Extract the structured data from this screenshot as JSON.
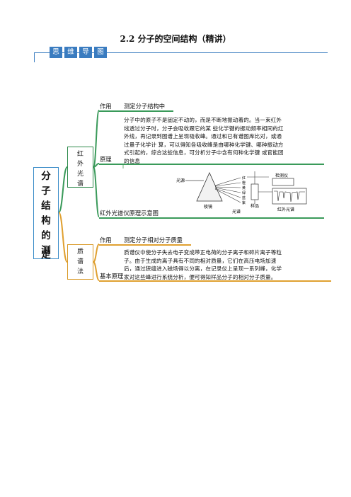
{
  "title": "2.2  分子的空间结构（精讲）",
  "banner": {
    "chars": [
      "思",
      "维",
      "导",
      "图"
    ],
    "color": "#3a7cc0"
  },
  "root": {
    "chars": [
      "分",
      "子",
      "结",
      "构",
      "的",
      "测",
      "定"
    ]
  },
  "ir": {
    "chars": [
      "红",
      "外",
      "光",
      "谱"
    ],
    "effect_label": "作用",
    "effect_text": "测定分子结构中",
    "principle_label": "原理",
    "principle_lines": [
      "分子中的原子不是固定不动的，而是不断地振动着的。当一束红外",
      "线透过分子时，分子会吸收跟它的某 些化学键的振动频率相同的红",
      "外线，再记录到图谱上呈现吸收峰。通过和已有谱图库比对，或通",
      "过量子化学计 算，可以得知各吸收峰是由哪种化学键、哪种振动方",
      "式引起的，综合这些信息，可分析分子中含有何种化学键 或官能团",
      "的信息"
    ],
    "diagram_label": "红外光谱仪原理示意图",
    "diagram": {
      "source": "光源",
      "prism": "棱镜",
      "spectrum": "光谱",
      "detector": "检测仪",
      "sample": "样品",
      "ir_spectrum": "红外光谱",
      "bands": [
        "红",
        "橙",
        "黄",
        "绿",
        "蓝",
        "紫"
      ]
    },
    "color": "#2e8a4c"
  },
  "ms": {
    "chars": [
      "质",
      "谱",
      "法"
    ],
    "effect_label": "作用",
    "effect_text": "测定分子相对分子质量",
    "principle_label": "基本原理",
    "principle_lines": [
      "质谱仪中使分子失去电子变成带正电荷的分子离子和碎片离子等粒",
      "子。由于生成的离子具有不同的相对质量，它们在高压电场加速",
      "后，通过狭缝进入磁场得以分离，在记录仪上呈现一系列峰，化学",
      "家对这些峰进行系统分析，便可得知样品分子的相对分子质量。"
    ],
    "color": "#d99a28"
  }
}
